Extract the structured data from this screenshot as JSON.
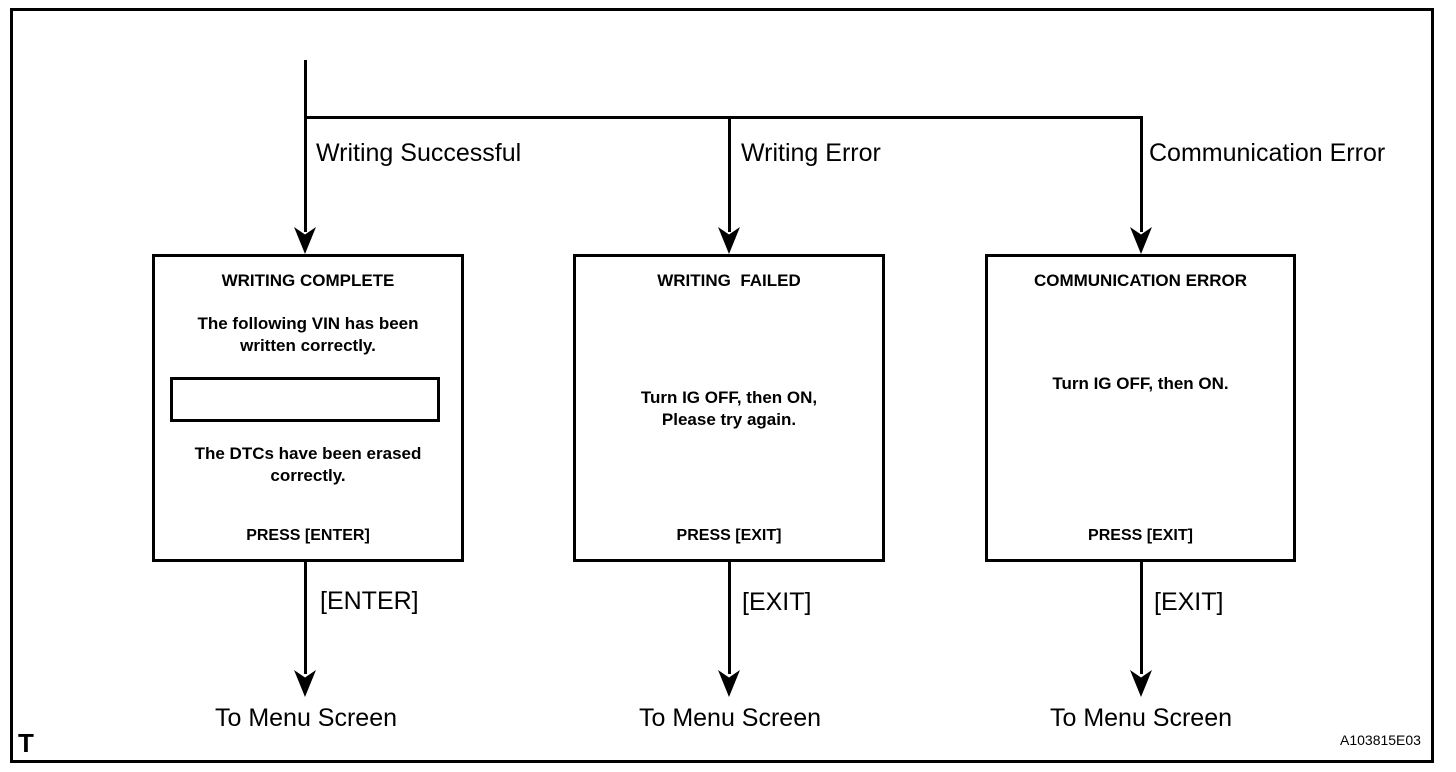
{
  "style": {
    "ink_color": "#000000",
    "background_color": "#ffffff"
  },
  "figure": {
    "corner_mark": "T",
    "figure_code": "A103815E03"
  },
  "branches": [
    {
      "label": "Writing Successful"
    },
    {
      "label": "Writing Error"
    },
    {
      "label": "Communication Error"
    }
  ],
  "boxes": [
    {
      "title": "WRITING COMPLETE",
      "body_top": "The following VIN has been\nwritten correctly.",
      "vin_field_value": "",
      "body_bottom": "The DTCs have been erased\ncorrectly.",
      "press": "PRESS [ENTER]"
    },
    {
      "title": "WRITING  FAILED",
      "body": "Turn IG OFF, then ON,\nPlease try again.",
      "press": "PRESS [EXIT]"
    },
    {
      "title": "COMMUNICATION ERROR",
      "body": "Turn IG OFF, then ON.",
      "press": "PRESS [EXIT]"
    }
  ],
  "exits": [
    {
      "key": "[ENTER]",
      "destination": "To Menu Screen"
    },
    {
      "key": "[EXIT]",
      "destination": "To Menu Screen"
    },
    {
      "key": "[EXIT]",
      "destination": "To Menu Screen"
    }
  ]
}
